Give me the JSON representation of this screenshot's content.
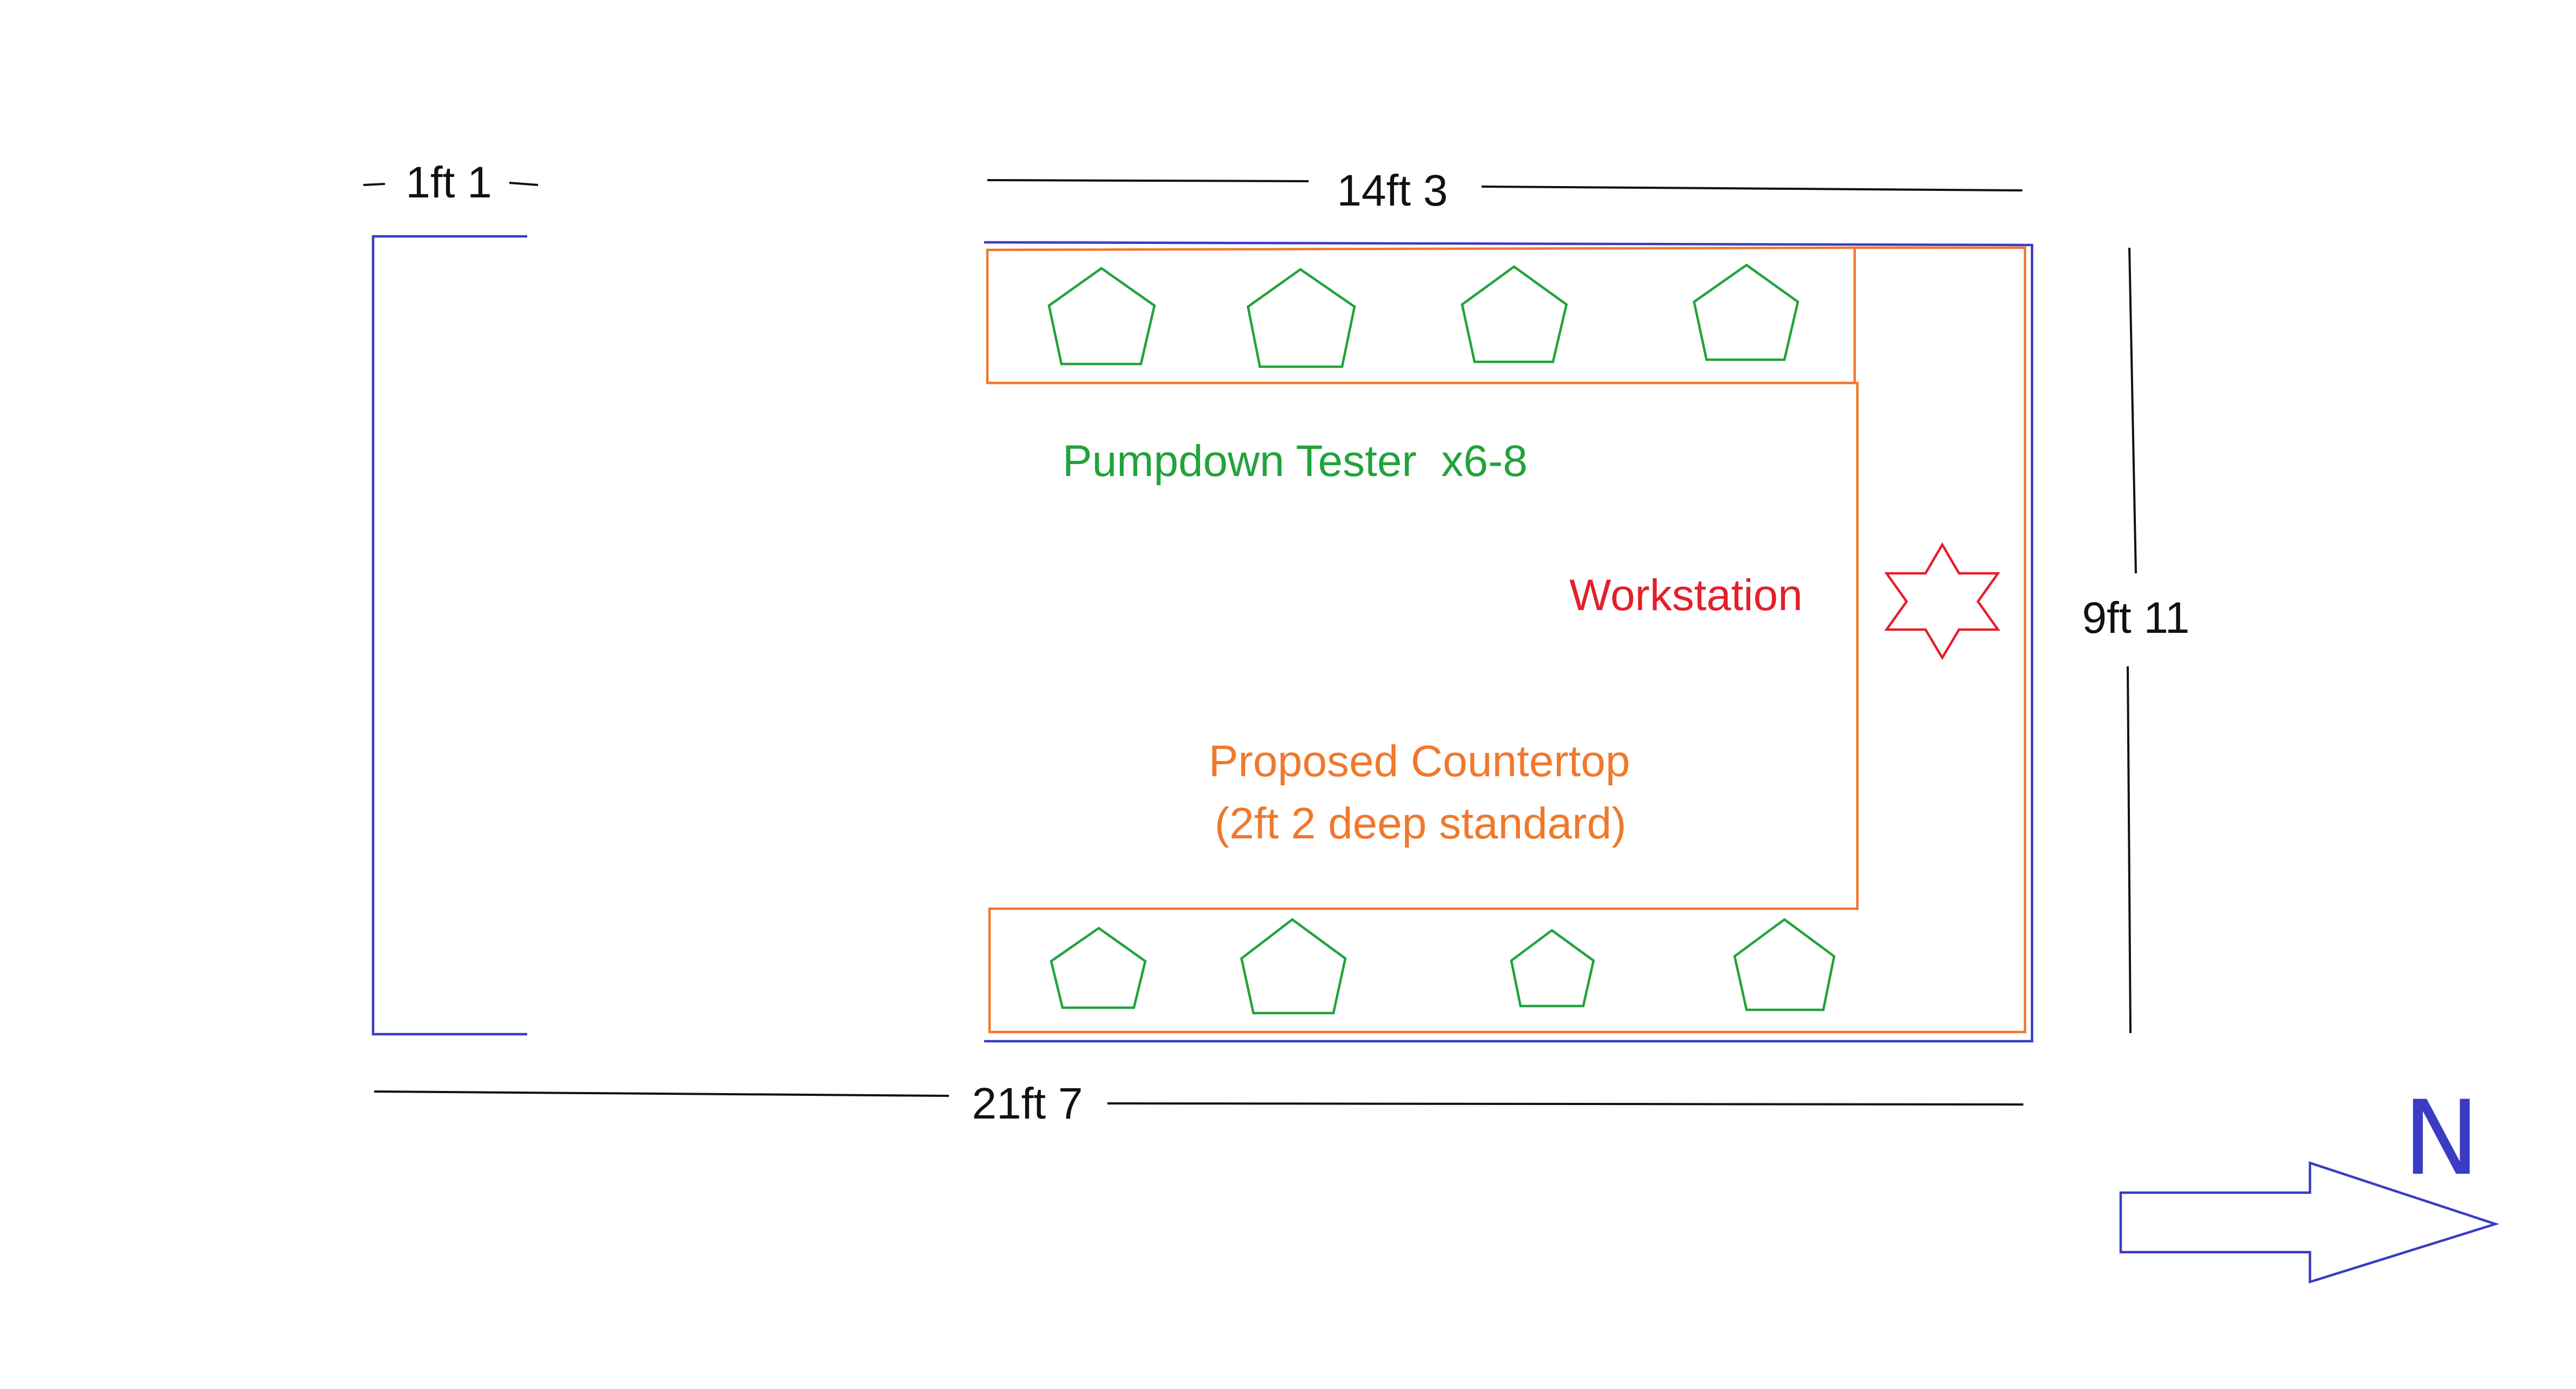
{
  "dimensions": {
    "wall_gap": "1ft 1",
    "countertop_length": "14ft 3",
    "room_length": "21ft 7",
    "room_width": "9ft 11"
  },
  "labels": {
    "tester": "Pumpdown Tester  x6-8",
    "workstation": "Workstation",
    "countertop_line1": "Proposed Countertop",
    "countertop_line2": "(2ft 2 deep standard)"
  },
  "compass": {
    "label": "N"
  },
  "colors": {
    "wall": "#3b3bc4",
    "countertop": "#f0782d",
    "tester": "#21a33a",
    "workstation": "#e3202b",
    "dimension": "#111111",
    "compass": "#3b3bc4"
  },
  "icons": {
    "tester": "pentagon-icon",
    "workstation": "six-point-star-icon",
    "compass": "arrow-right-icon"
  }
}
